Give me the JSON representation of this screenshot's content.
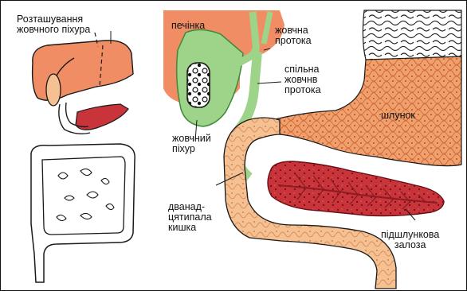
{
  "labels": {
    "location_title": [
      "Розташування",
      "жовчного піхура"
    ],
    "liver": "печінка",
    "bile_duct": [
      "жовчна",
      "протока"
    ],
    "common_bile_duct": [
      "спільна",
      "жовчнв",
      "протока"
    ],
    "stomach": "шлунок",
    "gallbladder": [
      "жовчний",
      "піхур"
    ],
    "duodenum": [
      "дванад-",
      "цятипала",
      "кишка"
    ],
    "pancreas": [
      "підшлункова",
      "залоза"
    ]
  },
  "colors": {
    "liver": "#f08d64",
    "liver_outline": "#e07850",
    "gallbladder_green": "#9ed48a",
    "pancreas": "#c8343a",
    "pancreas_dark": "#8a1c22",
    "stomach": "#f1a06c",
    "duodenum": "#f6c192",
    "intestine_fill": "#ffffff",
    "outline": "#1a1a1a"
  }
}
